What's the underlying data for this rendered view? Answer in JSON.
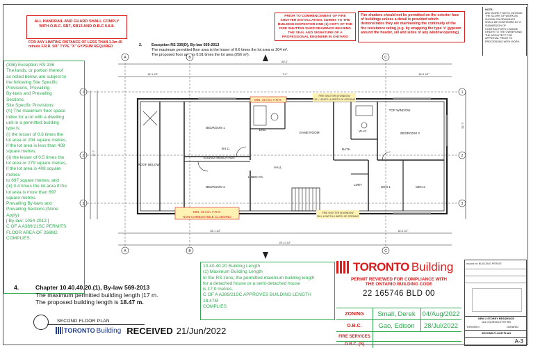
{
  "notes": {
    "handrail": "ALL HANDRAIL AND GUARD SHALL COMPLY WITH O.B.C. SB7, SB13 AND O.B.C 9.8.8.",
    "limiting": "FOR ANY LIMITING DISTANCE OF LESS THAN 1.2m 45 minute F.R.R. 5/8\" TYPE \"X\" GYPSUM REQUIRED",
    "fire_shutter_install": "PRIOR TO COMMENCEMENT OF FIRE SHUTTER INSTALLATION, SUBMIT TO THE BUILDING INSPECTOR ONE (1) COPY OF THE FIRE SHUTTER SHOP DRAWINGS BEARING THE SEAL AND SIGNATURE OF A PROFESSIONAL ENGINEER IN ONTARIO",
    "fire_shutter_note": "Fire shutters should not be permitted on the exterior face of buildings unless a detail is provided which demonstrates they are maintaining the continuity of the fire resistance rating (e.g. by wrapping the type 'x' gypsum around the header, sill and sides of any window opening).",
    "corner_note_title": "NOTE:",
    "corner_note": "ANY WORK THAT IS OUTSIDE THE SCOPE OF WORK AS SHOWN ON DRAWINGS SHALL BE CONFIRMED BY A SUBMISSION OF CONTRACTOR'S CHANGE ORDER TO THE OWNER AND THE ARCHITECT FOR APPROVAL PRIOR TO PROCEEDING WITH WORK."
  },
  "exception2": {
    "number": "2.",
    "title": "Exception RS 336(D), By-law 569-2013",
    "line1": "The maximum permitted floor area is the lesser of 0.6 times the lot area or 204 m².",
    "line2": "The proposed floor area is 0.91 times the lot area (266 m²)."
  },
  "bylaw_box": {
    "lines": [
      "(336) Exception RS 336",
      "The lands, or portion thereof",
      "as noted below, are subject to",
      "the following Site Specific",
      "Provisions, Prevailing",
      "By-laws and Prevailing",
      "Sections.",
      "Site Specific Provisions:",
      "(A) The maximum floor space",
      "index for a lot with a dwelling",
      "unit in a permitted building",
      "type is:",
      "(i) the lesser of 0.6 times the",
      "lot area or 204 square metres,",
      "if the lot area is less than 408",
      "square metres;",
      "(ii) the lesser of 0.5 times the",
      "lot area or 279 square metres,",
      "if the lot area is 408 square",
      "metres",
      "to 697 square metres; and",
      "(iii) 0.4 times the lot area if the",
      "lot area is more than 697",
      "square metres.",
      "Prevailing By-laws and",
      "Prevailing Sections:(None",
      "Apply)",
      "[ By-law: 1054-2013 ]",
      "C OF A A389/21SC PERMITS",
      "FLOOR AREA OF 266M2",
      "COMPLIES."
    ]
  },
  "length_box": {
    "lines": [
      "10.40.40.20 Building Length",
      "(1) Maximum Building Length",
      "In the RS zone, the permitted maximum building length",
      "for a detached house or a semi-detached house",
      "is 17.0 metres.",
      "C OF A A389/21SC APPROVES BUILDING LENGTH",
      "18.47M",
      "COMPLIES"
    ]
  },
  "chapter4": {
    "number": "4.",
    "title": "Chapter 10.40.40.20.(1), By-law 569-2013",
    "line1": "The maximum permitted building length |17 m.",
    "line2_prefix": "The proposed building length is ",
    "line2_value": "18.47 m."
  },
  "plan": {
    "rooms": [
      "BEDROOM 1",
      "BEDROOM 2",
      "GAME ROOM",
      "HALL",
      "BEDROOM 3",
      "DEN 1",
      "DEN 2",
      "LDRY",
      "W.I.C.",
      "LINEN C/L",
      "ROOF BELOW",
      "W.I.C",
      "ENS.",
      "BATH"
    ],
    "frr_top": "MIN. 45 min. F.R.R.",
    "frr_bottom": "MIN. 45 min. F.R.R.",
    "cladding": "NON-COMBUSTIBLE CLADDING",
    "shutter_top": "FIRE SHUTTER @ WINDOW",
    "shutter_top2": "FULL LENGTH & WIDTH OF OPENING",
    "shutter_bottom": "FIRE SHUTTER @ WINDOW",
    "shutter_bottom2": "FULL LENGTH & WIDTH OF OPENING",
    "top_window": "TOP WINDOW",
    "sound": "SOUND INSULATION",
    "grid_letters": [
      "A",
      "B",
      "C"
    ],
    "grid_numbers": [
      "1",
      "2",
      "3"
    ],
    "dims": [
      "60'-1\"",
      "16'-1 1/2\"",
      "7'-2\"",
      "18'-5 1/2\"",
      "28'-1 1/2\"",
      "18'-4 1/2\"",
      "25'-11 1/2\"",
      "44'-7\"",
      "52'-7\""
    ]
  },
  "second_floor_label": "SECOND FLOOR PLAN",
  "received": {
    "brand_prefix": "TORONTO",
    "brand_suffix": "Building",
    "text": "RECEIVED",
    "date": "21/Jun/2022"
  },
  "stamp": {
    "brand_prefix": "TORONTO",
    "brand_suffix": "Building",
    "permit_line1": "PERMIT REVIEWED FOR COMPLIANCE WITH",
    "permit_line2": "THE ONTARIO BUILDING CODE",
    "permit_number": "22 165746 BLD 00",
    "rows": [
      {
        "label": "ZONING",
        "name": "Small, Derek",
        "date": "04/Aug/2022"
      },
      {
        "label": "O.B.C.",
        "name": "Gao, Edison",
        "date": "28/Jul/2022"
      },
      {
        "label": "FIRE SERVICES",
        "name": "",
        "date": ""
      },
      {
        "label": "O.B.C. (S)",
        "name": "",
        "date": ""
      }
    ]
  },
  "title_block": {
    "project": "NEW 2 STOREY RESIDENCE",
    "address": "181 COURCELETTE RD",
    "city": "TORONTO",
    "province": "ONTARIO",
    "sheet_title": "SECOND FLOOR PLAN",
    "sheet_number": "A-3",
    "issued": "Issued for BUILDING PERMIT"
  },
  "colors": {
    "red": "#d81c1c",
    "green": "#2fa84f",
    "yellow": "#fff2b3"
  }
}
